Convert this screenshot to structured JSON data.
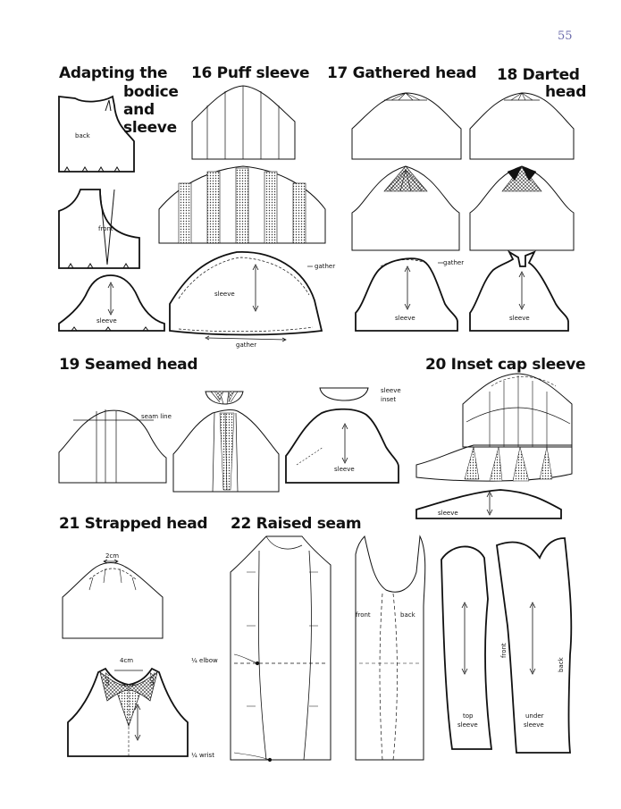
{
  "page_number": "55",
  "sections": {
    "adapting": {
      "title_line1": "Adapting the",
      "title_line2": "bodice",
      "title_line3": "and",
      "title_line4": "sleeve"
    },
    "s16": {
      "title": "16 Puff sleeve"
    },
    "s17": {
      "title": "17 Gathered head"
    },
    "s18": {
      "title_line1": "18 Darted",
      "title_line2": "head"
    },
    "s19": {
      "title": "19 Seamed head"
    },
    "s20": {
      "title": "20 Inset cap sleeve"
    },
    "s21": {
      "title": "21 Strapped head"
    },
    "s22": {
      "title": "22 Raised seam"
    }
  },
  "labels": {
    "back": "back",
    "front": "front",
    "sleeve": "sleeve",
    "gather": "gather",
    "seam_line": "seam line",
    "sleeve_inset_1": "sleeve",
    "sleeve_inset_2": "inset",
    "two_cm": "2cm",
    "four_cm": "4cm",
    "elbow": "¼ elbow",
    "wrist": "¼ wrist",
    "top": "top",
    "under": "under"
  }
}
